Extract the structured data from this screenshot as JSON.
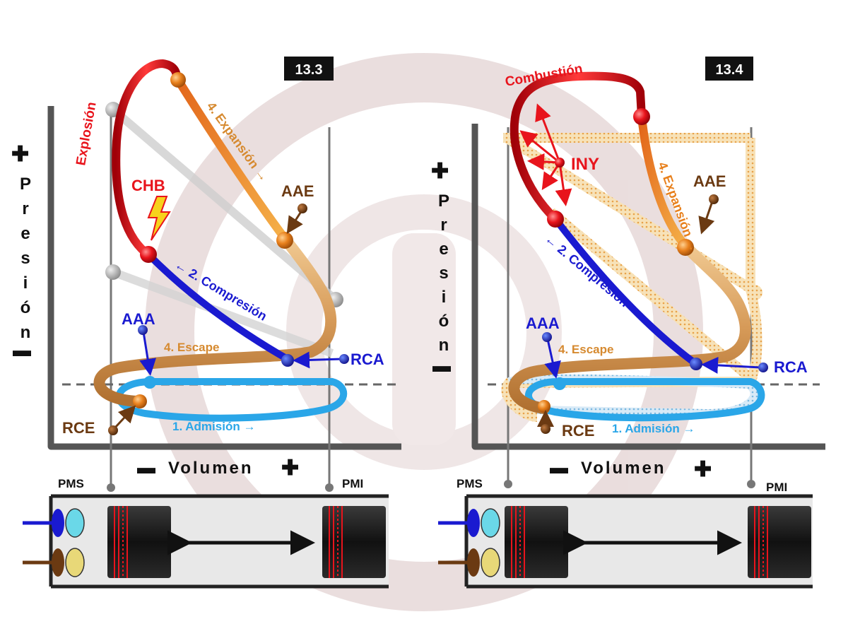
{
  "colors": {
    "explosion": "#e8141c",
    "compression": "#1a1ad0",
    "admission": "#2aa6e8",
    "exhaust": "#d68a30",
    "expansion_orange": "#e8801c",
    "valve_label": "#6b3a12",
    "axis": "#555555",
    "watermark": "#d7c8c8"
  },
  "diagram_left": {
    "badge": "13.3",
    "explosion": "Explosión",
    "ignition": "CHB",
    "expansion": "4. Expansión →",
    "compression": "← 2. Compresión",
    "exhaust": "4. Escape",
    "admission": "1. Admisión →",
    "aae": "AAE",
    "aaa": "AAA",
    "rca": "RCA",
    "rce": "RCE",
    "pms": "PMS",
    "pmi": "PMI",
    "volume_axis": "Volumen",
    "pressure_axis": [
      "P",
      "r",
      "e",
      "s",
      "i",
      "ó",
      "n"
    ],
    "plus": "✚",
    "minus": "▬"
  },
  "diagram_right": {
    "badge": "13.4",
    "combustion": "Combustión",
    "injection": "INY",
    "expansion": "4. Expansión →",
    "compression": "← 2. Compresión",
    "exhaust": "4. Escape",
    "admission": "1. Admisión →",
    "aae": "AAE",
    "aaa": "AAA",
    "rca": "RCA",
    "rce": "RCE",
    "pms": "PMS",
    "pmi": "PMI",
    "volume_axis": "Volumen",
    "pressure_axis": [
      "P",
      "r",
      "e",
      "s",
      "i",
      "ó",
      "n"
    ],
    "plus": "✚",
    "minus": "▬"
  }
}
